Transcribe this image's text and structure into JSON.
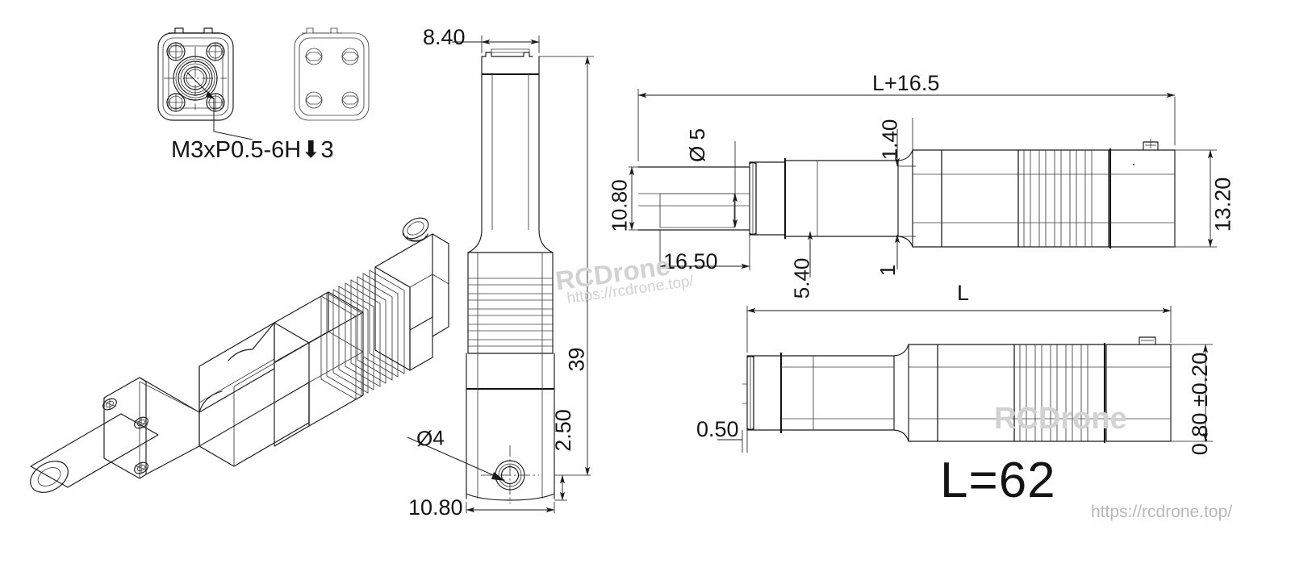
{
  "drawing": {
    "title_text": "L=62",
    "thread_note": "M3xP0.5-6H⬇3",
    "watermarks": [
      {
        "id": "wm-center-rcdrone",
        "text": "RCDrone"
      },
      {
        "id": "wm-center-url",
        "text": "https://rcdrone.top/"
      },
      {
        "id": "wm-lower-rcdrone",
        "text": "RCDrone"
      },
      {
        "id": "wm-corner-url",
        "text": "https://rcdrone.top/"
      }
    ]
  },
  "views": {
    "top_left_front": {
      "name": "motor-end-face-view"
    },
    "top_left_back": {
      "name": "motor-back-face-view"
    },
    "iso": {
      "name": "isometric-assembly-view"
    },
    "front_elevation": {
      "name": "front-elevation-view"
    },
    "side_upper": {
      "name": "upper-side-elevation-view"
    },
    "side_lower": {
      "name": "lower-side-elevation-view"
    }
  },
  "dimensions": {
    "front_width_top": {
      "label": "8.40",
      "view": "front-elevation"
    },
    "front_width_bottom": {
      "label": "10.80",
      "view": "front-elevation"
    },
    "front_height_total": {
      "label": "39",
      "view": "front-elevation"
    },
    "front_hole_height": {
      "label": "2.50",
      "view": "front-elevation"
    },
    "front_hole_dia": {
      "label": "Ø4",
      "view": "front-elevation"
    },
    "side_shaft_dia": {
      "label": "Ø 5",
      "view": "upper-side"
    },
    "side_body_height": {
      "label": "10.80",
      "view": "upper-side"
    },
    "side_shaft_length": {
      "label": "16.50",
      "view": "upper-side"
    },
    "side_total_length": {
      "label": "L+16.5",
      "view": "upper-side"
    },
    "side_step_upper": {
      "label": "1.40",
      "view": "upper-side"
    },
    "side_step_lower": {
      "label": "1",
      "view": "upper-side"
    },
    "side_offset": {
      "label": "5.40",
      "view": "upper-side"
    },
    "side_motor_height": {
      "label": "13.20",
      "view": "upper-side"
    },
    "lower_length": {
      "label": "L",
      "view": "lower-side"
    },
    "lower_flat": {
      "label": "0.50",
      "view": "lower-side"
    },
    "lower_tolerance": {
      "label": "0.80 ±0.20",
      "view": "lower-side"
    }
  },
  "colors": {
    "line": "#1a1a1a",
    "thin_line": "#4a4a4a",
    "background": "#ffffff",
    "watermark": "#cccccc",
    "text": "#141414"
  }
}
